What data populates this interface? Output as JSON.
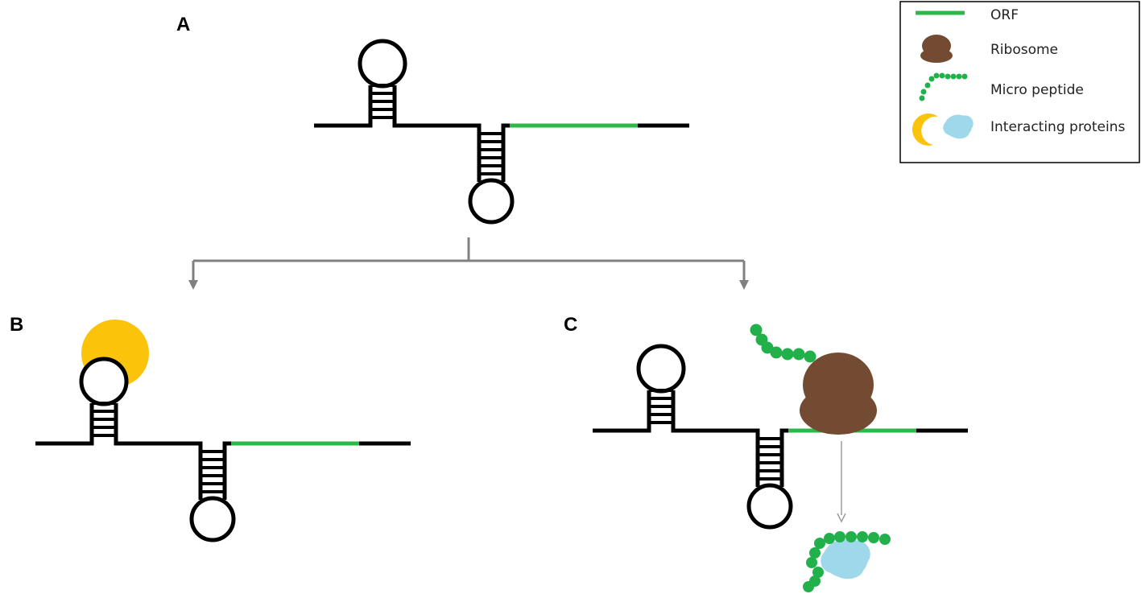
{
  "panels": {
    "a": {
      "label": "A"
    },
    "b": {
      "label": "B"
    },
    "c": {
      "label": "C"
    }
  },
  "legend": {
    "items": [
      {
        "label": "ORF",
        "icon": "orf-line-icon"
      },
      {
        "label": "Ribosome",
        "icon": "ribosome-icon"
      },
      {
        "label": "Micro peptide",
        "icon": "micro-peptide-icon"
      },
      {
        "label": "Interacting proteins",
        "icon": "interacting-proteins-icon"
      }
    ]
  },
  "colors": {
    "orf": "#2db84a",
    "ribosome": "#724b32",
    "peptide": "#22b04b",
    "protein_yellow": "#fcc30b",
    "protein_blue": "#9fd8ea",
    "arrow": "#808080"
  }
}
